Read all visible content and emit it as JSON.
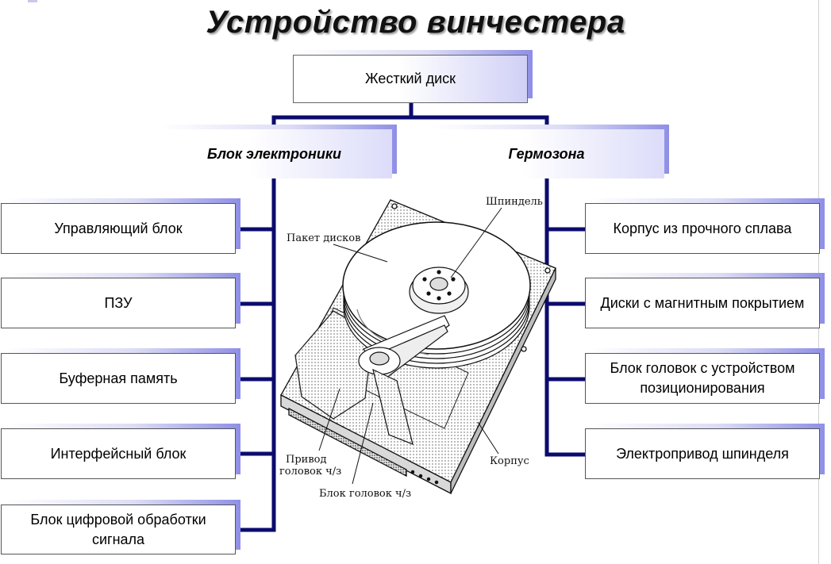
{
  "title": "Устройство винчестера",
  "root": {
    "label": "Жесткий диск"
  },
  "categories": [
    {
      "label": "Блок электроники"
    },
    {
      "label": "Гермозона"
    }
  ],
  "electronics_items": [
    {
      "label": "Управляющий блок"
    },
    {
      "label": "ПЗУ"
    },
    {
      "label": "Буферная память"
    },
    {
      "label": "Интерфейсный блок"
    },
    {
      "label": "Блок цифровой обработки сигнала"
    }
  ],
  "hermozone_items": [
    {
      "label": "Корпус из прочного сплава"
    },
    {
      "label": "Диски с магнитным покрытием"
    },
    {
      "label": "Блок головок с устройством позиционирования"
    },
    {
      "label": "Электропривод шпинделя"
    }
  ],
  "illustration_labels": {
    "spindle": "Шпиндель",
    "disk_pack": "Пакет дисков",
    "head_drive_line1": "Привод",
    "head_drive_line2": "головок ч/з",
    "head_block": "Блок головок ч/з",
    "case": "Корпус"
  },
  "colors": {
    "connector": "#0b0b6e",
    "shadow_accent": "#8f8fe6",
    "title_shadow": "#9a9a9a"
  }
}
